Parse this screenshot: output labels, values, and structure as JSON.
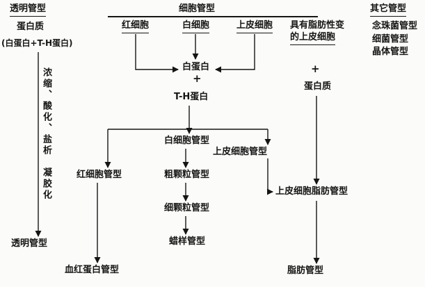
{
  "colors": {
    "ink": "#151515",
    "paper": "#fbfbf9"
  },
  "headers": {
    "hyaline": "透明管型",
    "cellular": "细胞管型",
    "other": "其它管型"
  },
  "hyaline_column": {
    "protein": "蛋白质",
    "protein_composition": "(白蛋白+T-H蛋白)",
    "process_step1": "浓缩、酸化、盐析",
    "process_step2": "凝胶化",
    "result_cast": "透明管型"
  },
  "cellular_column": {
    "red_blood_cell": "红细胞",
    "white_blood_cell": "白细胞",
    "epithelial_cell": "上皮细胞",
    "albumin": "白蛋白",
    "plus": "+",
    "th_protein": "T-H蛋白",
    "wbc_cast": "白细胞管型",
    "rbc_cast": "红细胞管型",
    "epithelial_cast": "上皮细胞管型",
    "coarse_granular_cast": "粗颗粒管型",
    "fine_granular_cast": "细颗粒管型",
    "waxy_cast": "蜡样管型",
    "hemoglobin_cast": "血红蛋白管型"
  },
  "other_column": {
    "fatty_epithelial_line1": "具有脂肪性变",
    "fatty_epithelial_line2": "的上皮细胞",
    "candida_cast": "念珠菌管型",
    "bacteria_cast": "细菌管型",
    "crystal_cast": "晶体管型",
    "plus": "+",
    "protein": "蛋白质",
    "epithelial_fat_cast": "上皮细胞脂肪管型",
    "fat_cast": "脂肪管型"
  }
}
